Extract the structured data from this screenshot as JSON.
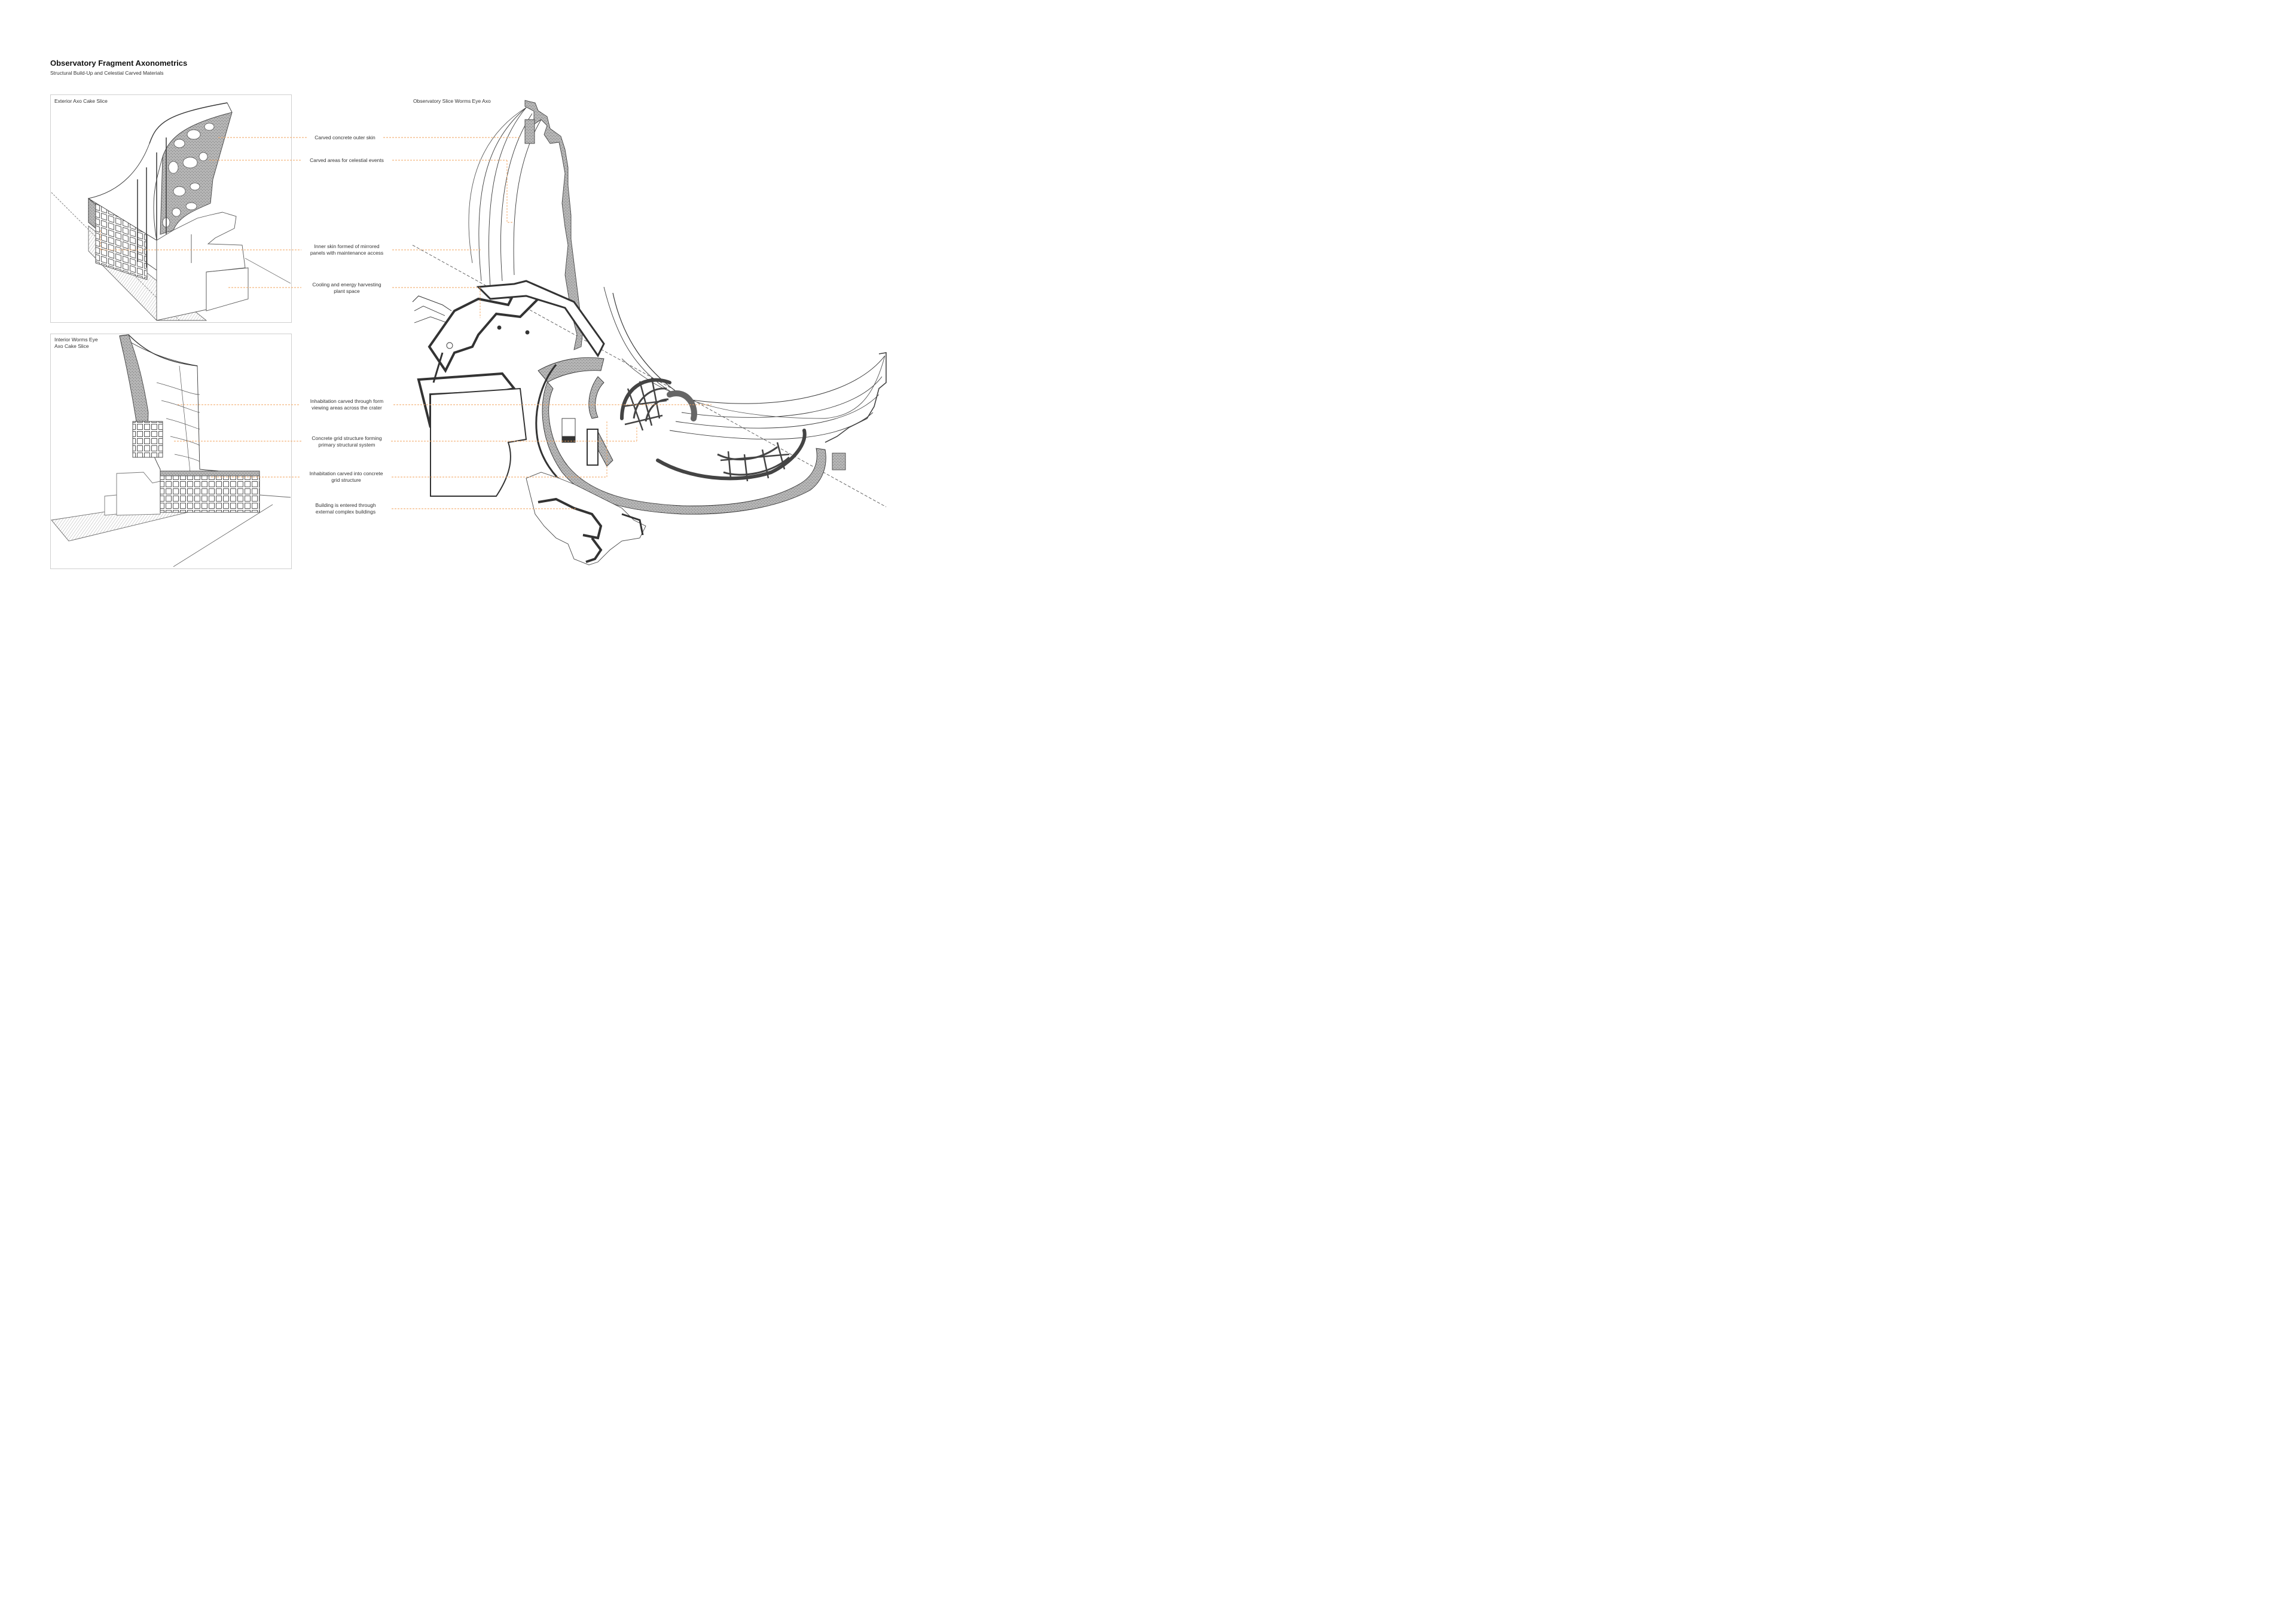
{
  "sheet": {
    "title": "Observatory Fragment Axonometrics",
    "subtitle": "Structural Build-Up and Celestial Carved Materials"
  },
  "panels": {
    "exterior": {
      "label": "Exterior Axo Cake Slice"
    },
    "interior": {
      "label": "Interior Worms Eye\nAxo Cake Slice"
    },
    "main": {
      "label": "Observatory Slice Worms Eye Axo"
    }
  },
  "annotations": [
    {
      "text": "Carved concrete outer skin"
    },
    {
      "text": "Carved areas for celestial events"
    },
    {
      "text": "Inner skin formed of mirrored\npanels with maintenance access"
    },
    {
      "text": "Cooling and energy harvesting\nplant space"
    },
    {
      "text": "Inhabitation carved through form\nviewing areas across the crater"
    },
    {
      "text": "Concrete grid structure forming\nprimary structural system"
    },
    {
      "text": "Inhabitation carved into concrete\ngrid structure"
    },
    {
      "text": "Building is entered through\nexternal complex buildings"
    }
  ],
  "colors": {
    "leader": "#f2a35e",
    "line": "#3a3a3a",
    "section_fill": "#8a8a8a",
    "frame": "#cfcfcf"
  }
}
